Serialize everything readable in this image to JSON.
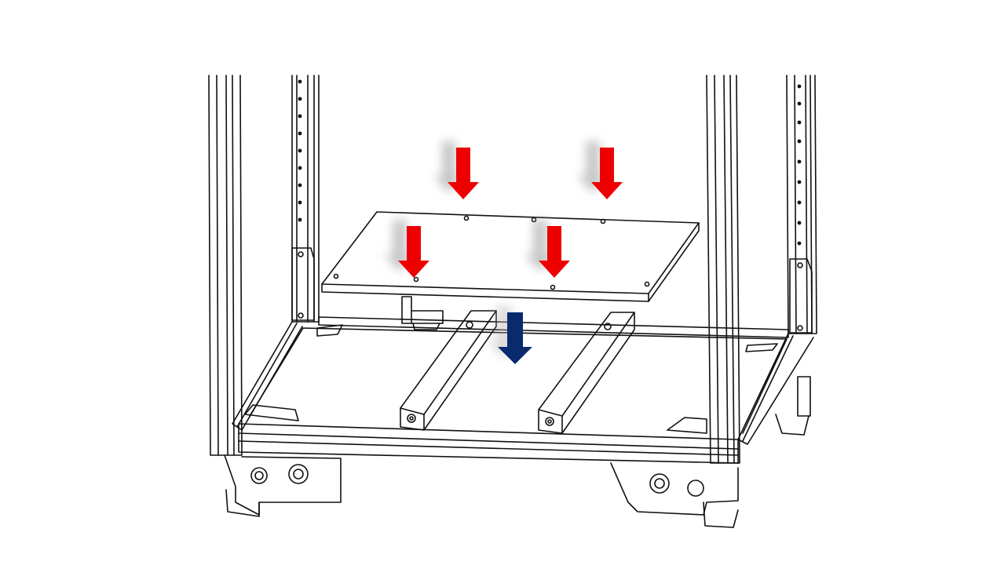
{
  "diagram": {
    "colors": {
      "background": "#ffffff",
      "line": "#111111",
      "placement_arrow": "#ee0000",
      "drop_arrow": "#0a2a6e"
    },
    "arrows": [
      {
        "id": "arrow-rear-left",
        "kind": "placement",
        "direction": "down"
      },
      {
        "id": "arrow-rear-right",
        "kind": "placement",
        "direction": "down"
      },
      {
        "id": "arrow-front-left",
        "kind": "placement",
        "direction": "down"
      },
      {
        "id": "arrow-front-right",
        "kind": "placement",
        "direction": "down"
      },
      {
        "id": "arrow-center-drop",
        "kind": "drop",
        "direction": "down"
      }
    ]
  }
}
